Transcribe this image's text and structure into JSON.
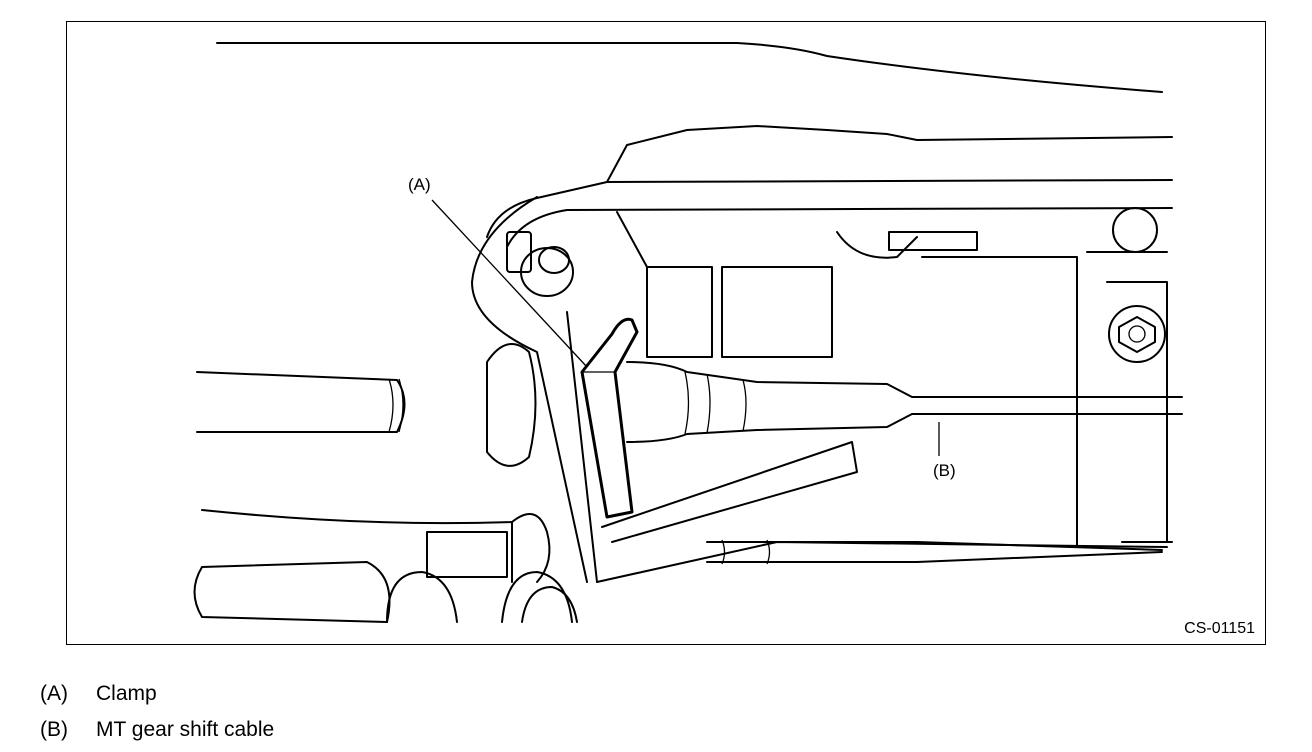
{
  "figure": {
    "code": "CS-01151",
    "callouts": [
      {
        "key": "(A)"
      },
      {
        "key": "(B)"
      }
    ]
  },
  "legend": [
    {
      "key": "(A)",
      "text": "Clamp"
    },
    {
      "key": "(B)",
      "text": "MT gear shift cable"
    }
  ]
}
